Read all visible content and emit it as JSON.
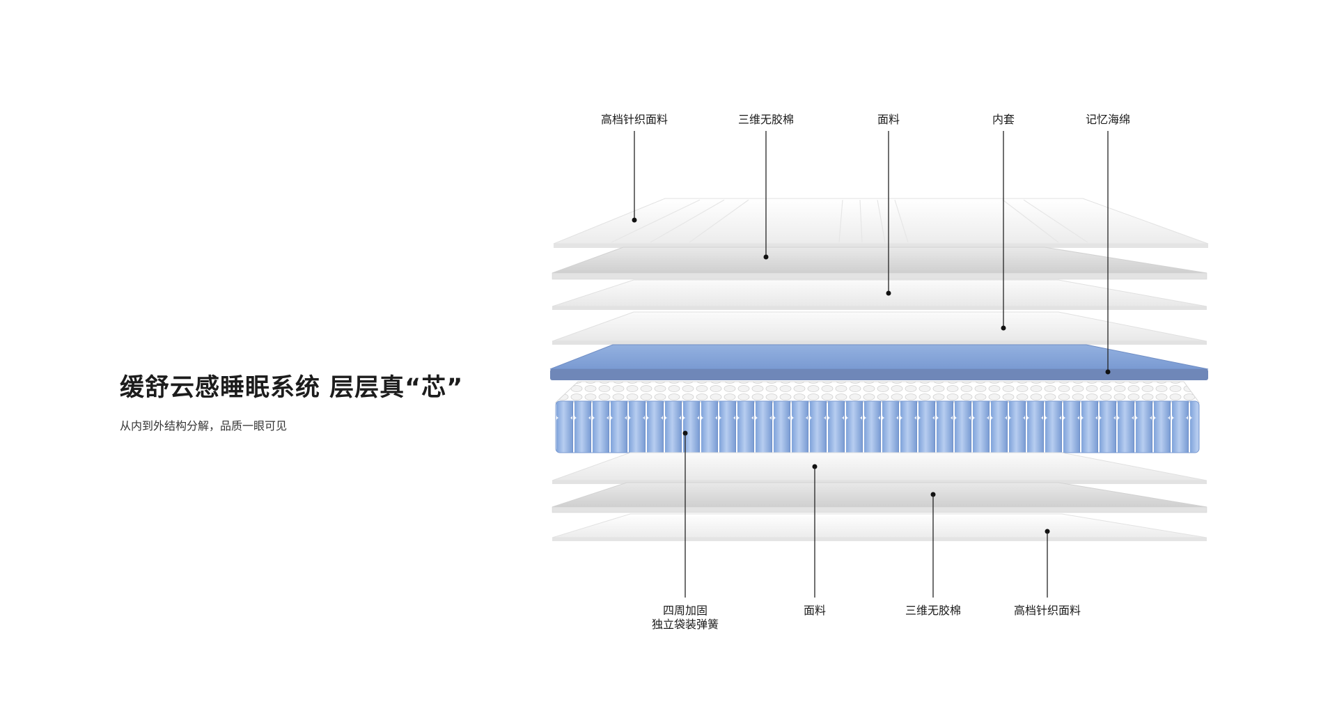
{
  "headline": "缓舒云感睡眠系统 层层真“芯”",
  "subheadline": "从内到外结构分解，品质一眼可见",
  "top_labels": [
    "高档针织面料",
    "三维无胶棉",
    "面料",
    "内套",
    "记忆海绵"
  ],
  "bottom_labels": {
    "spring_line1": "四周加固",
    "spring_line2": "独立袋装弹簧",
    "fabric": "面料",
    "cotton": "三维无胶棉",
    "knit": "高档针织面料"
  },
  "colors": {
    "memory_foam": "#7f9fd6",
    "spring": "#8eb1e2",
    "knit": "#f7f7f7",
    "cotton": "#dcdcdc"
  }
}
